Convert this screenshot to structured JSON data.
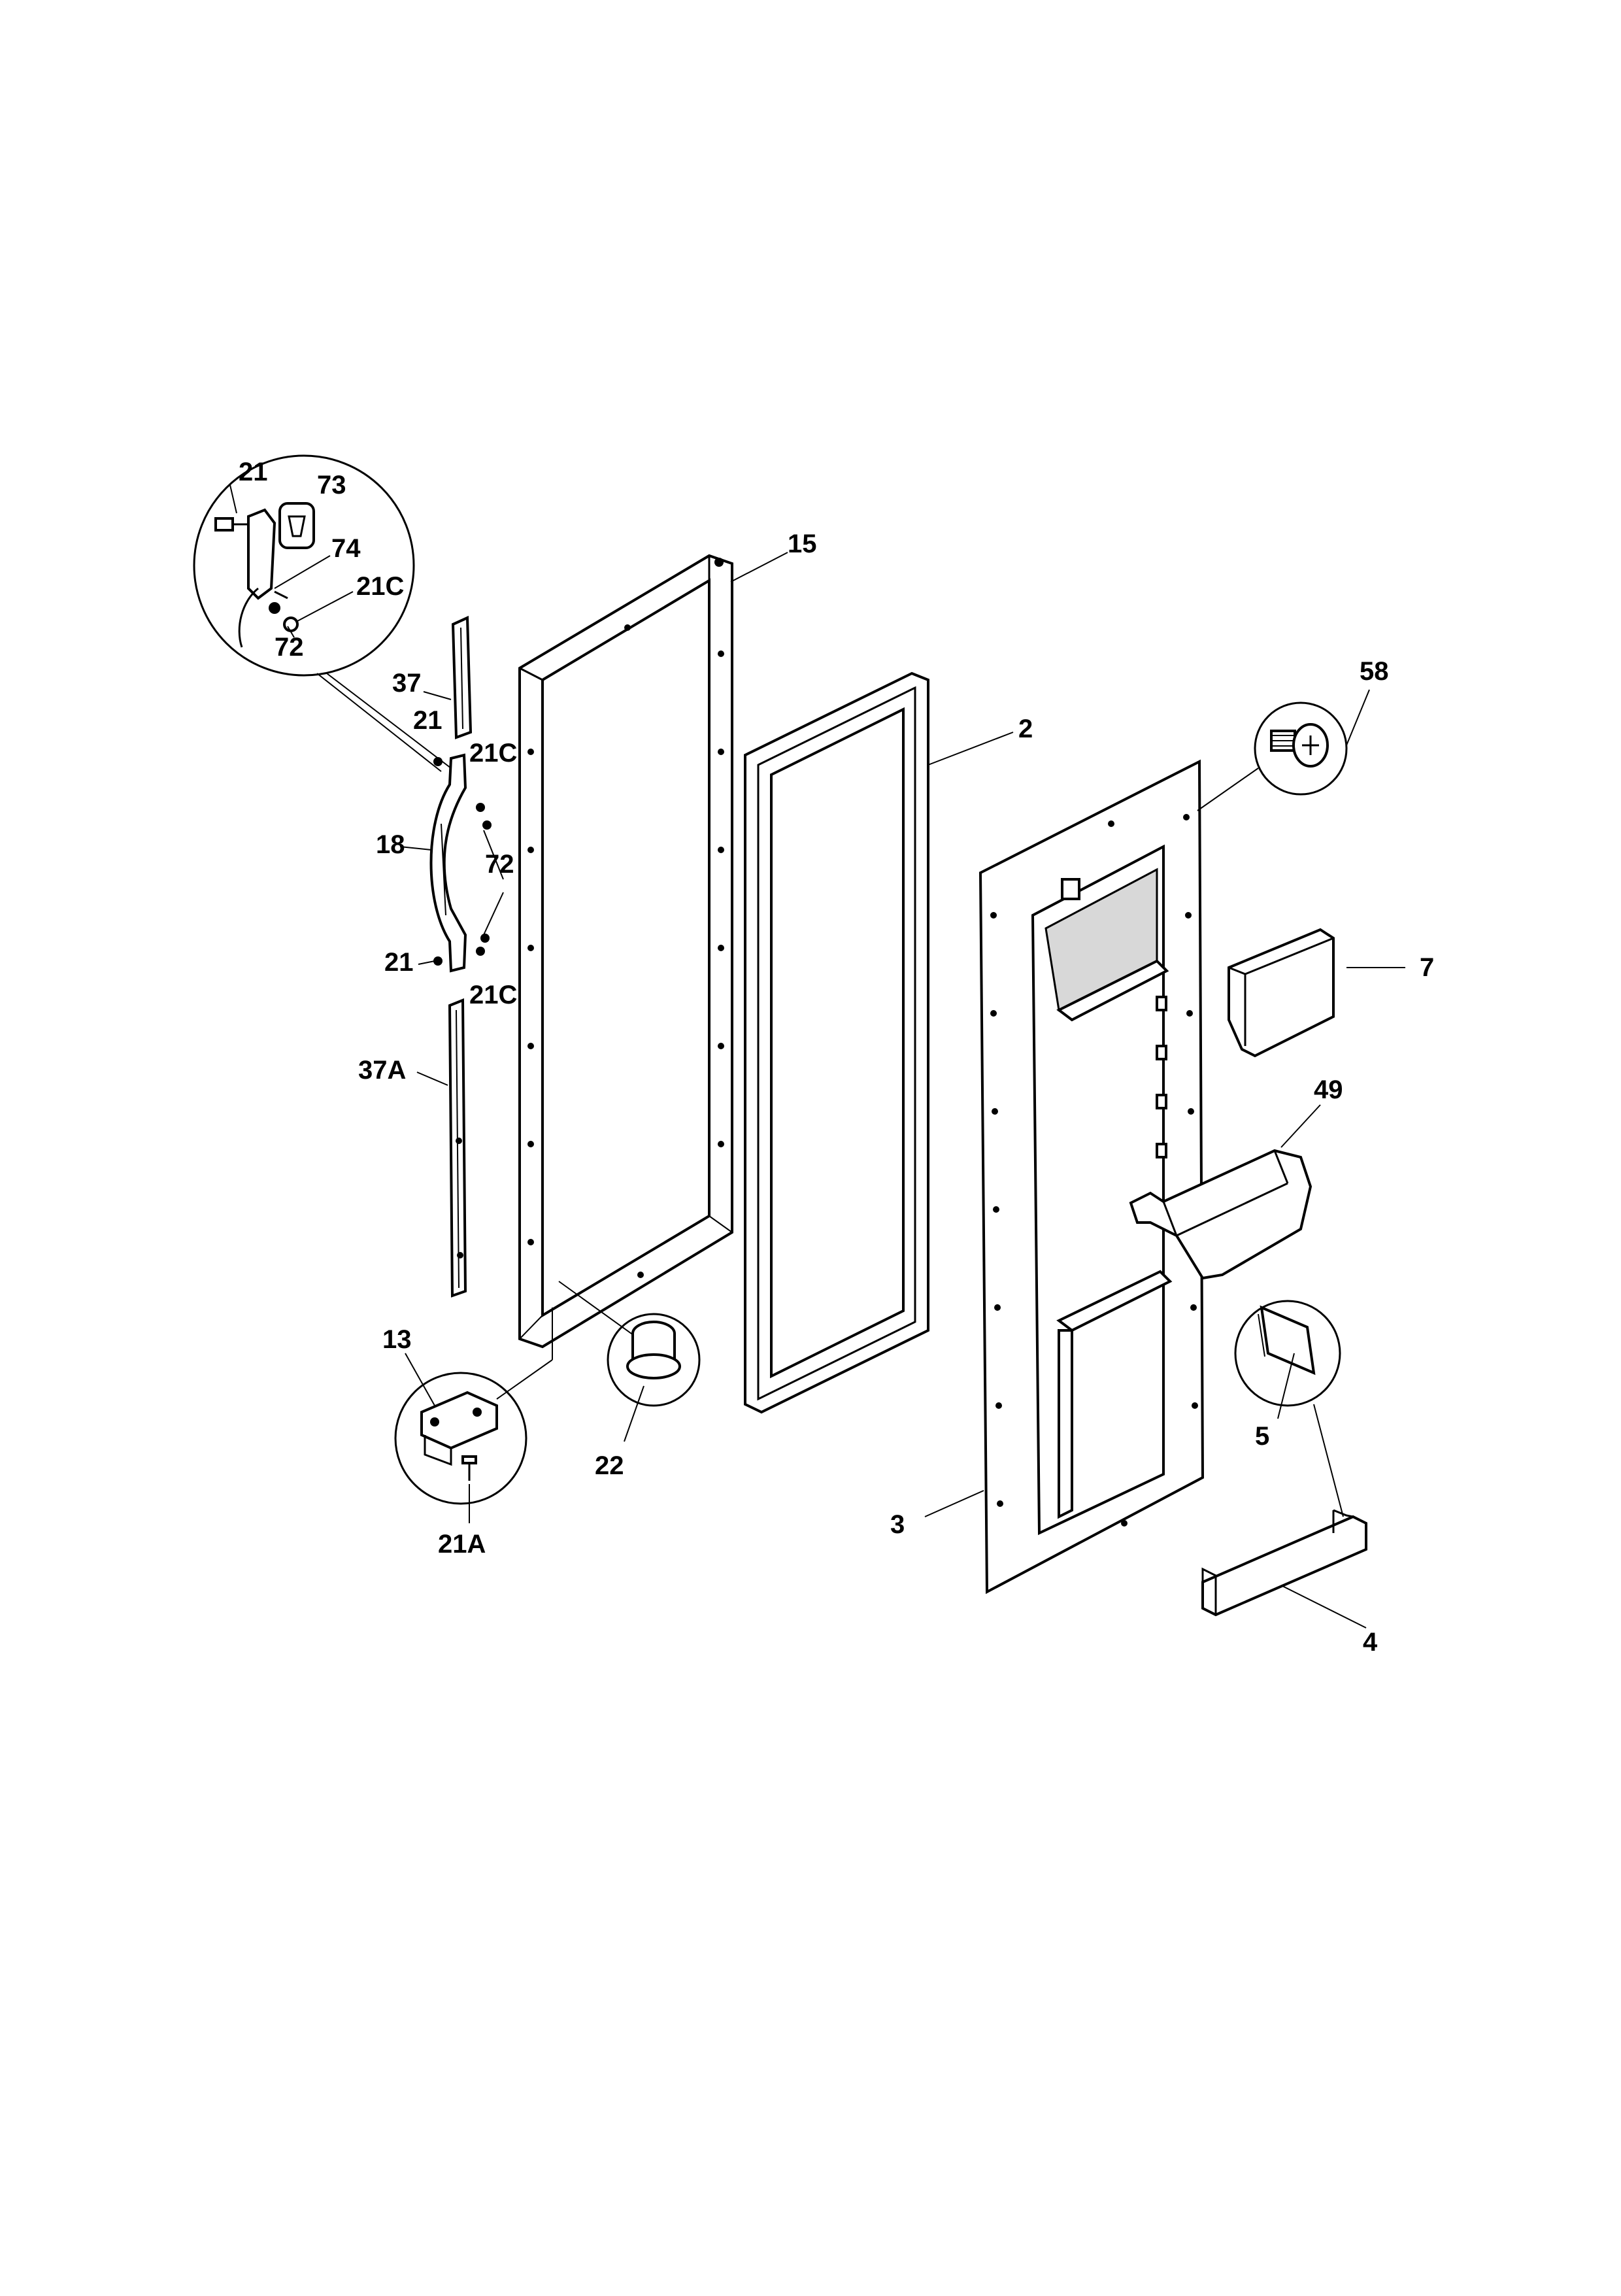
{
  "callouts": {
    "c21_top": "21",
    "c73": "73",
    "c74": "74",
    "c21c_inset": "21C",
    "c72_inset": "72",
    "c15": "15",
    "c37": "37",
    "c21_mid": "21",
    "c21c_upper": "21C",
    "c18": "18",
    "c72_right": "72",
    "c21_lower": "21",
    "c21c_lower": "21C",
    "c37a": "37A",
    "c2": "2",
    "c58": "58",
    "c7": "7",
    "c49": "49",
    "c13": "13",
    "c21a": "21A",
    "c22": "22",
    "c5": "5",
    "c3": "3",
    "c4": "4"
  }
}
